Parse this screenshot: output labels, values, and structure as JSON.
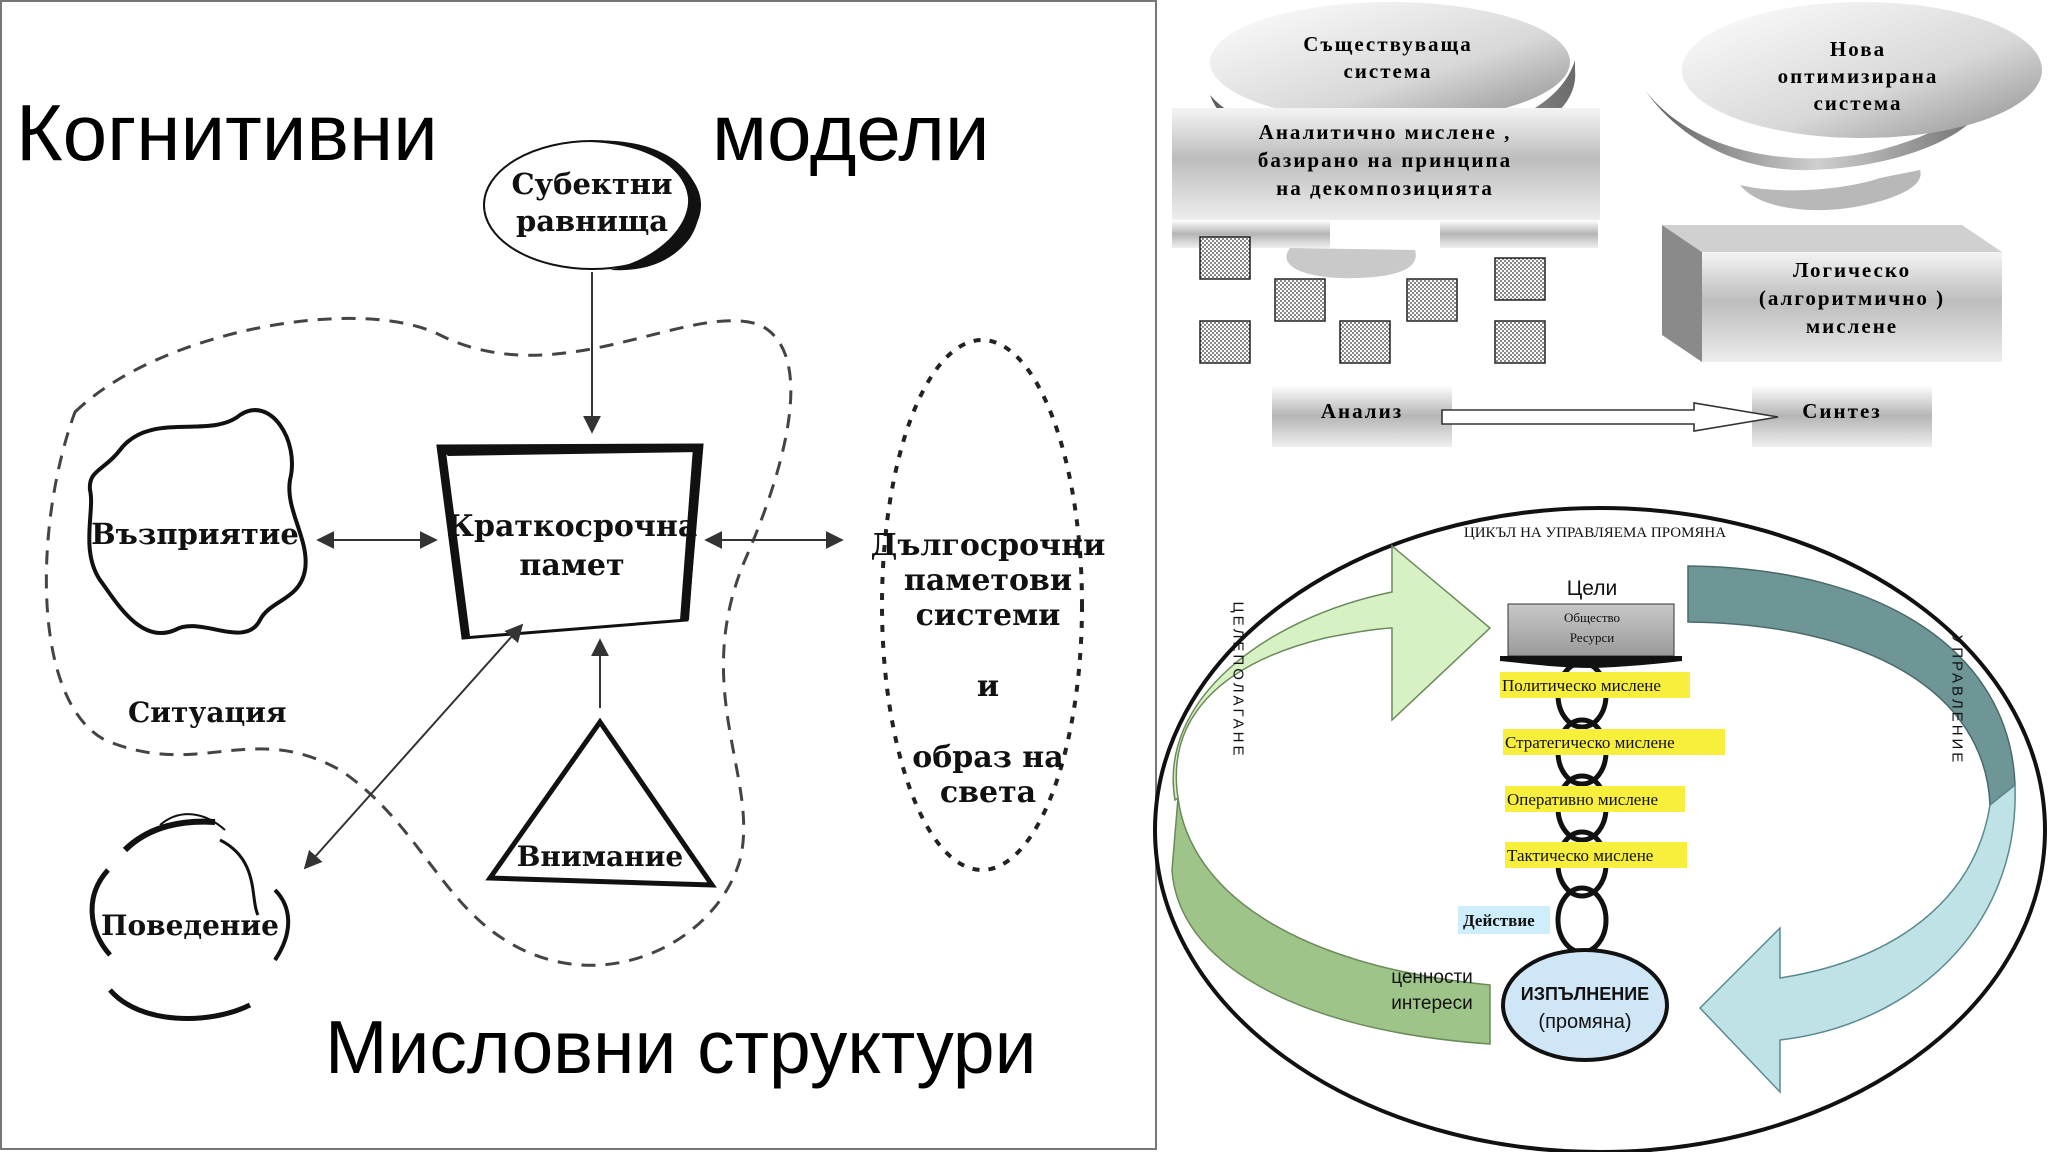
{
  "slide": {
    "title_left": "Когнитивни",
    "title_right": "модели",
    "subtitle": "Мисловни структури"
  },
  "cognitive": {
    "subject": [
      "Субектни",
      "равнища"
    ],
    "perception": "Възприятие",
    "short_memory": [
      "Краткосрочна",
      "памет"
    ],
    "long_memory": [
      "Дългосрочни",
      "паметови",
      "системи",
      "и",
      "образ на",
      "света"
    ],
    "situation": "Ситуация",
    "attention": "Внимание",
    "behavior": "Поведение"
  },
  "thinking": {
    "existing": [
      "Съществуваща",
      "система"
    ],
    "new_system": [
      "Нова",
      "оптимизирана",
      "система"
    ],
    "analytic": [
      "Аналитично мислене ,",
      "базирано на принципа",
      "на декомпозицията"
    ],
    "logical": [
      "Логическо",
      "(алгоритмично )",
      "мислене"
    ],
    "analysis": "Анализ",
    "synthesis": "Синтез"
  },
  "cycle": {
    "title": "ЦИКЪЛ НА УПРАВЛЯЕМА ПРОМЯНА",
    "goals": "Цели",
    "society": "Общество",
    "resources": "Ресурси",
    "levels": [
      "Политическо мислене",
      "Стратегическо мислене",
      "Оперативно мислене",
      "Тактическо мислене"
    ],
    "action": "Действие",
    "execution": "ИЗПЪЛНЕНИЕ",
    "change": "(промяна)",
    "values": [
      "ценности",
      "интереси"
    ],
    "left_vertical": "ЦЕЛЕПОЛАГАНЕ",
    "right_vertical": "УПРАВЛЕНИЕ"
  },
  "colors": {
    "highlight": "#f7ef3c",
    "action_bg": "#cdeefa",
    "execution_bg": "#cfe6f7",
    "arrow_light_green": "#d8f1c4",
    "arrow_dark_green": "#9fc489",
    "arrow_teal": "#6e9696",
    "arrow_light_blue": "#bfe2e6"
  }
}
